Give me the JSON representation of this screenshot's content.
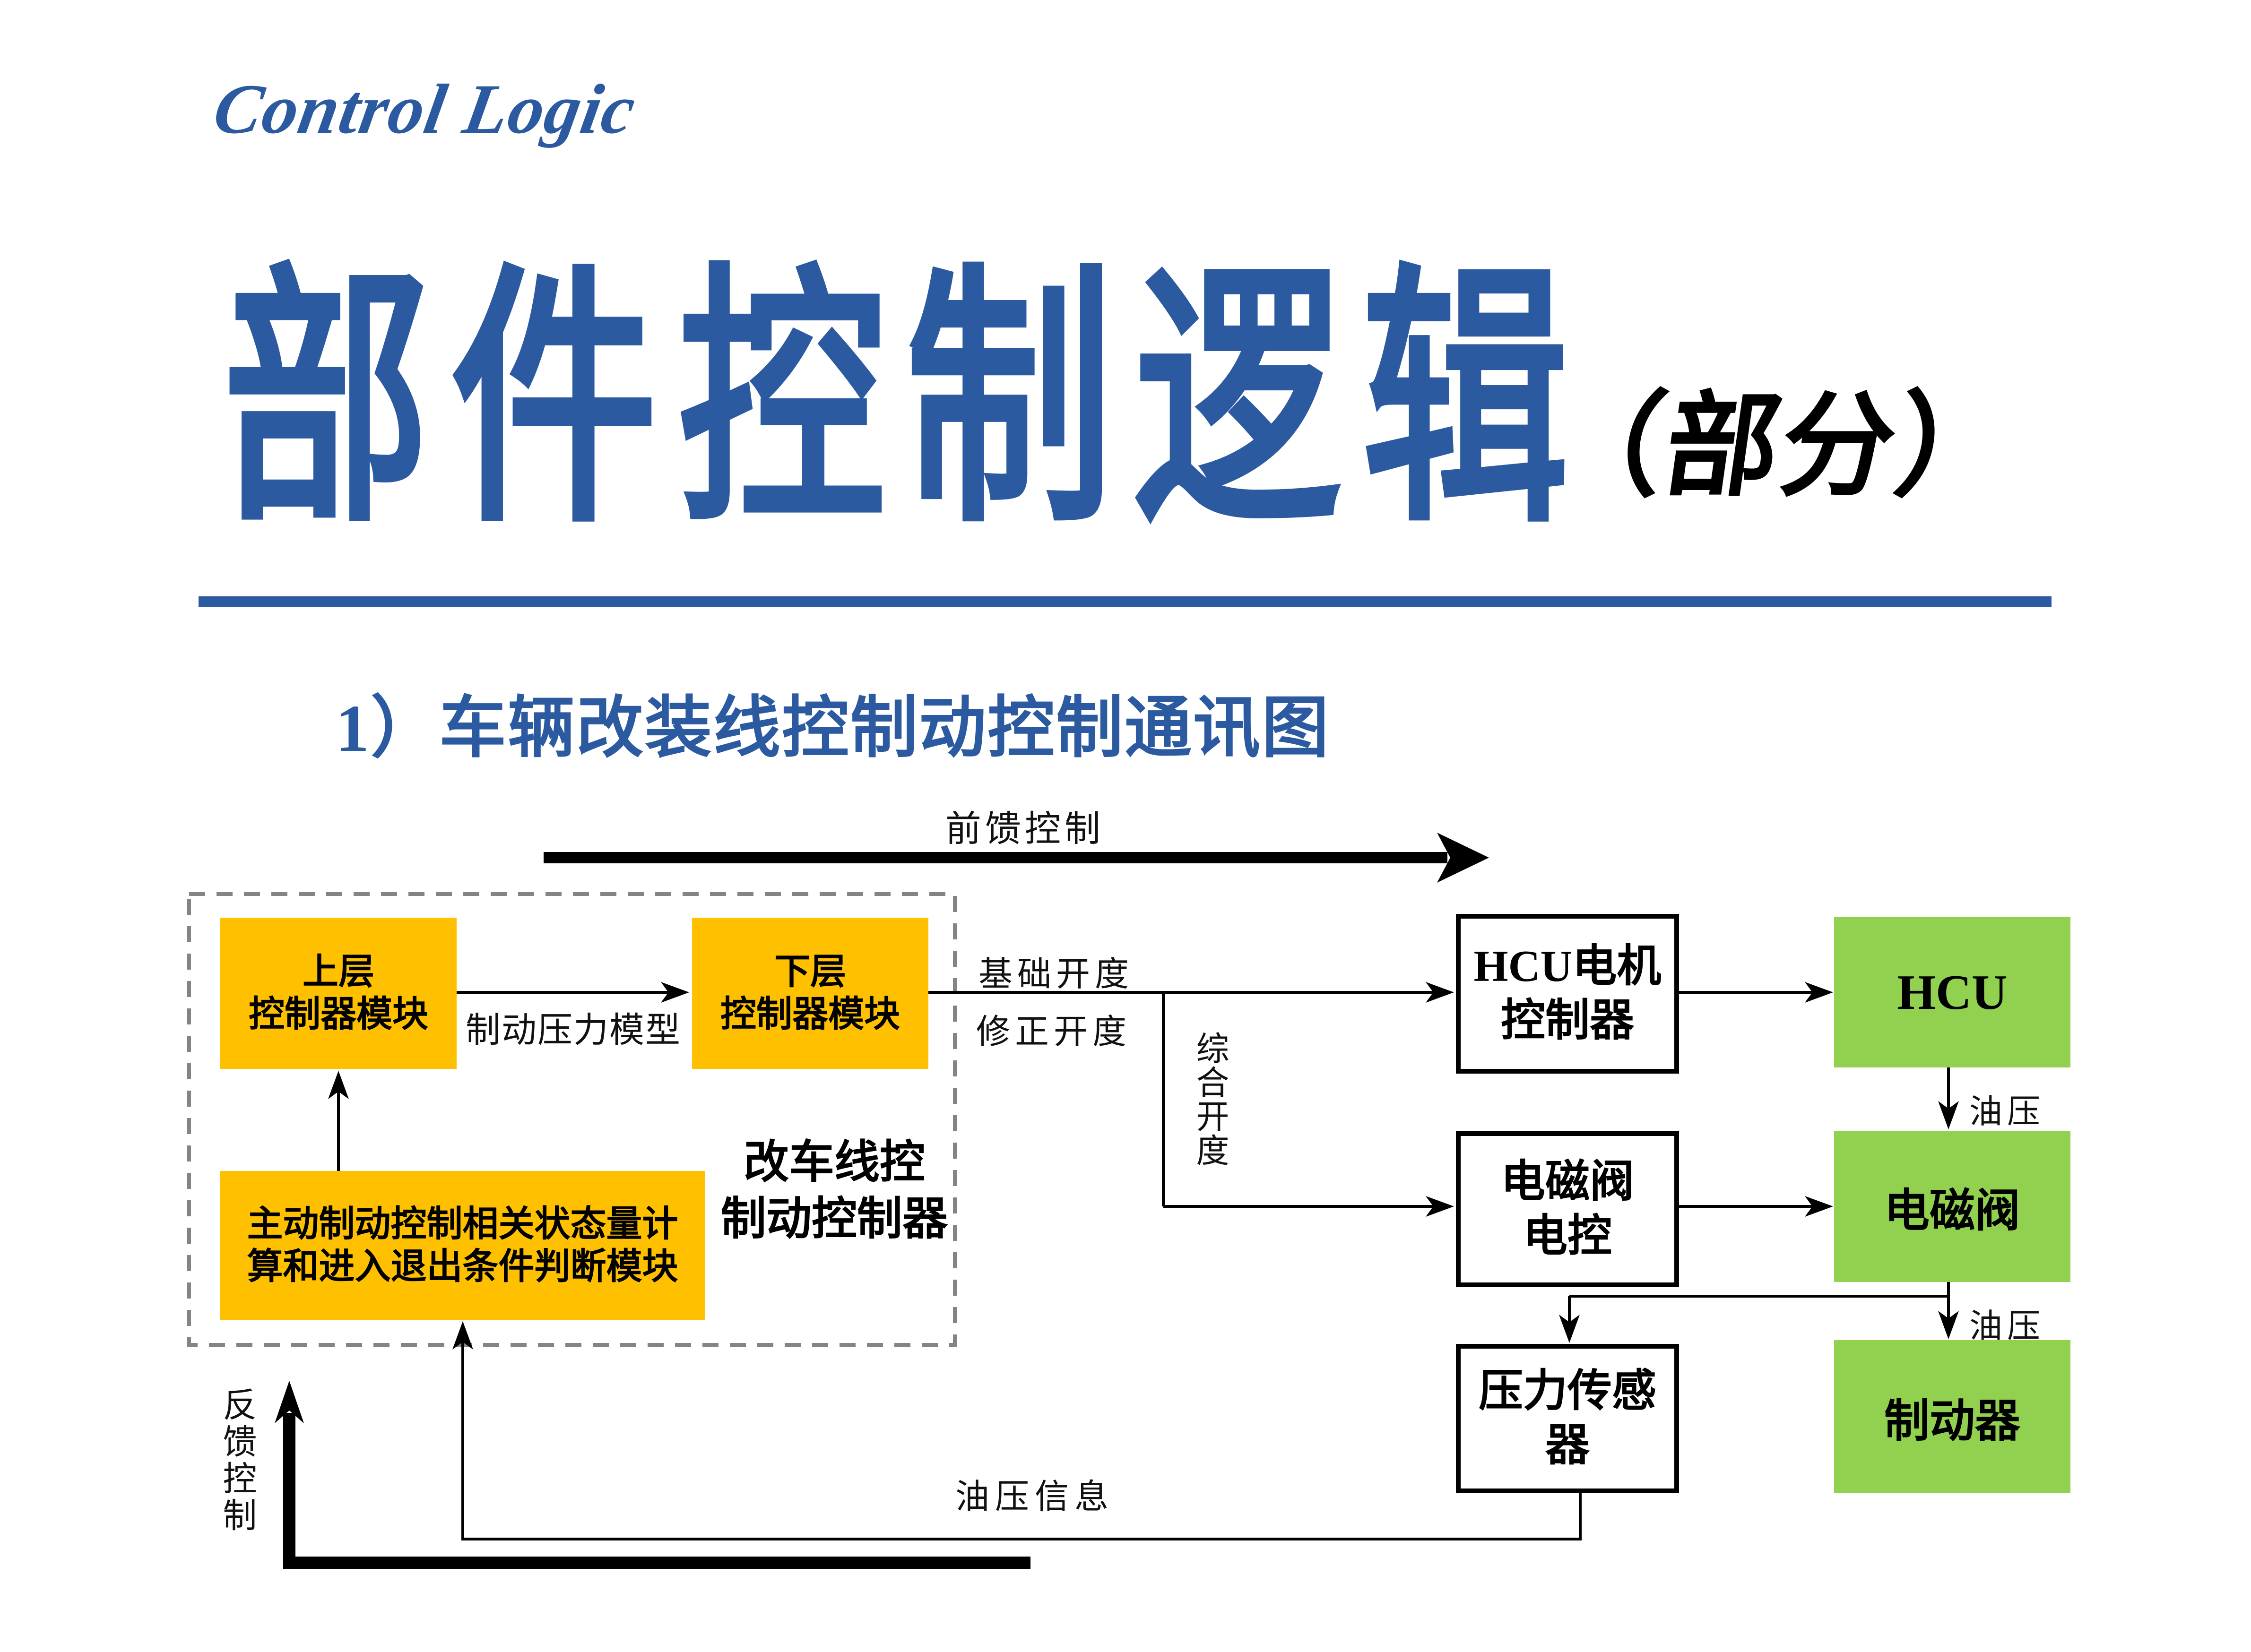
{
  "header": {
    "script_title": "Control Logic",
    "main_title": "部件控制逻辑",
    "suffix": "（部分）",
    "section_heading": "1）车辆改装线控制动控制通讯图"
  },
  "colors": {
    "blue": "#2C5AA0",
    "orange": "#FFC000",
    "green": "#92D050",
    "dash_gray": "#848484"
  },
  "diagram": {
    "container_label": {
      "line1": "改车线控",
      "line2": "制动控制器"
    },
    "boxes": {
      "upper_controller": {
        "line1": "上层",
        "line2": "控制器模块"
      },
      "lower_controller": {
        "line1": "下层",
        "line2": "控制器模块"
      },
      "state_module": {
        "line1": "主动制动控制相关状态量计",
        "line2": "算和进入退出条件判断模块"
      },
      "hcu_motor_controller": {
        "line1": "HCU电机",
        "line2": "控制器"
      },
      "solenoid_controller": {
        "line1": "电磁阀",
        "line2": "电控"
      },
      "pressure_sensor": {
        "line1": "压力传感",
        "line2": "器"
      },
      "hcu": "HCU",
      "solenoid_valve": "电磁阀",
      "brake": "制动器"
    },
    "labels": {
      "feedforward": "前馈控制",
      "brake_pressure_model": "制动压力模型",
      "base_opening": "基础开度",
      "corrected_opening": "修正开度",
      "combined_opening": "综合开度",
      "oil_pressure_1": "油压",
      "oil_pressure_2": "油压",
      "oil_pressure_info": "油压信息",
      "feedback": "反馈控制"
    }
  }
}
